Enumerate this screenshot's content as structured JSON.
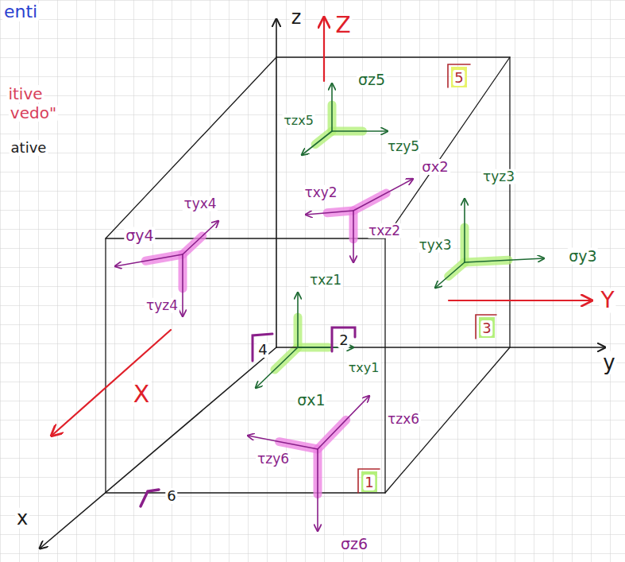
{
  "diagram": {
    "labels": [
      "enti",
      "itive",
      "vedo\"",
      "ative",
      "z",
      "Z",
      "y",
      "Y",
      "x",
      "X",
      "σz5",
      "τzx5",
      "τzy5",
      "σx2",
      "τxy2",
      "τxz2",
      "τyz3",
      "τyx3",
      "σy3",
      "σy4",
      "τyx4",
      "τyz4",
      "τxz1",
      "τxy1",
      "σx1",
      "τzx6",
      "τzy6",
      "σz6",
      "5",
      "3",
      "1",
      "4",
      "2",
      "6"
    ]
  }
}
